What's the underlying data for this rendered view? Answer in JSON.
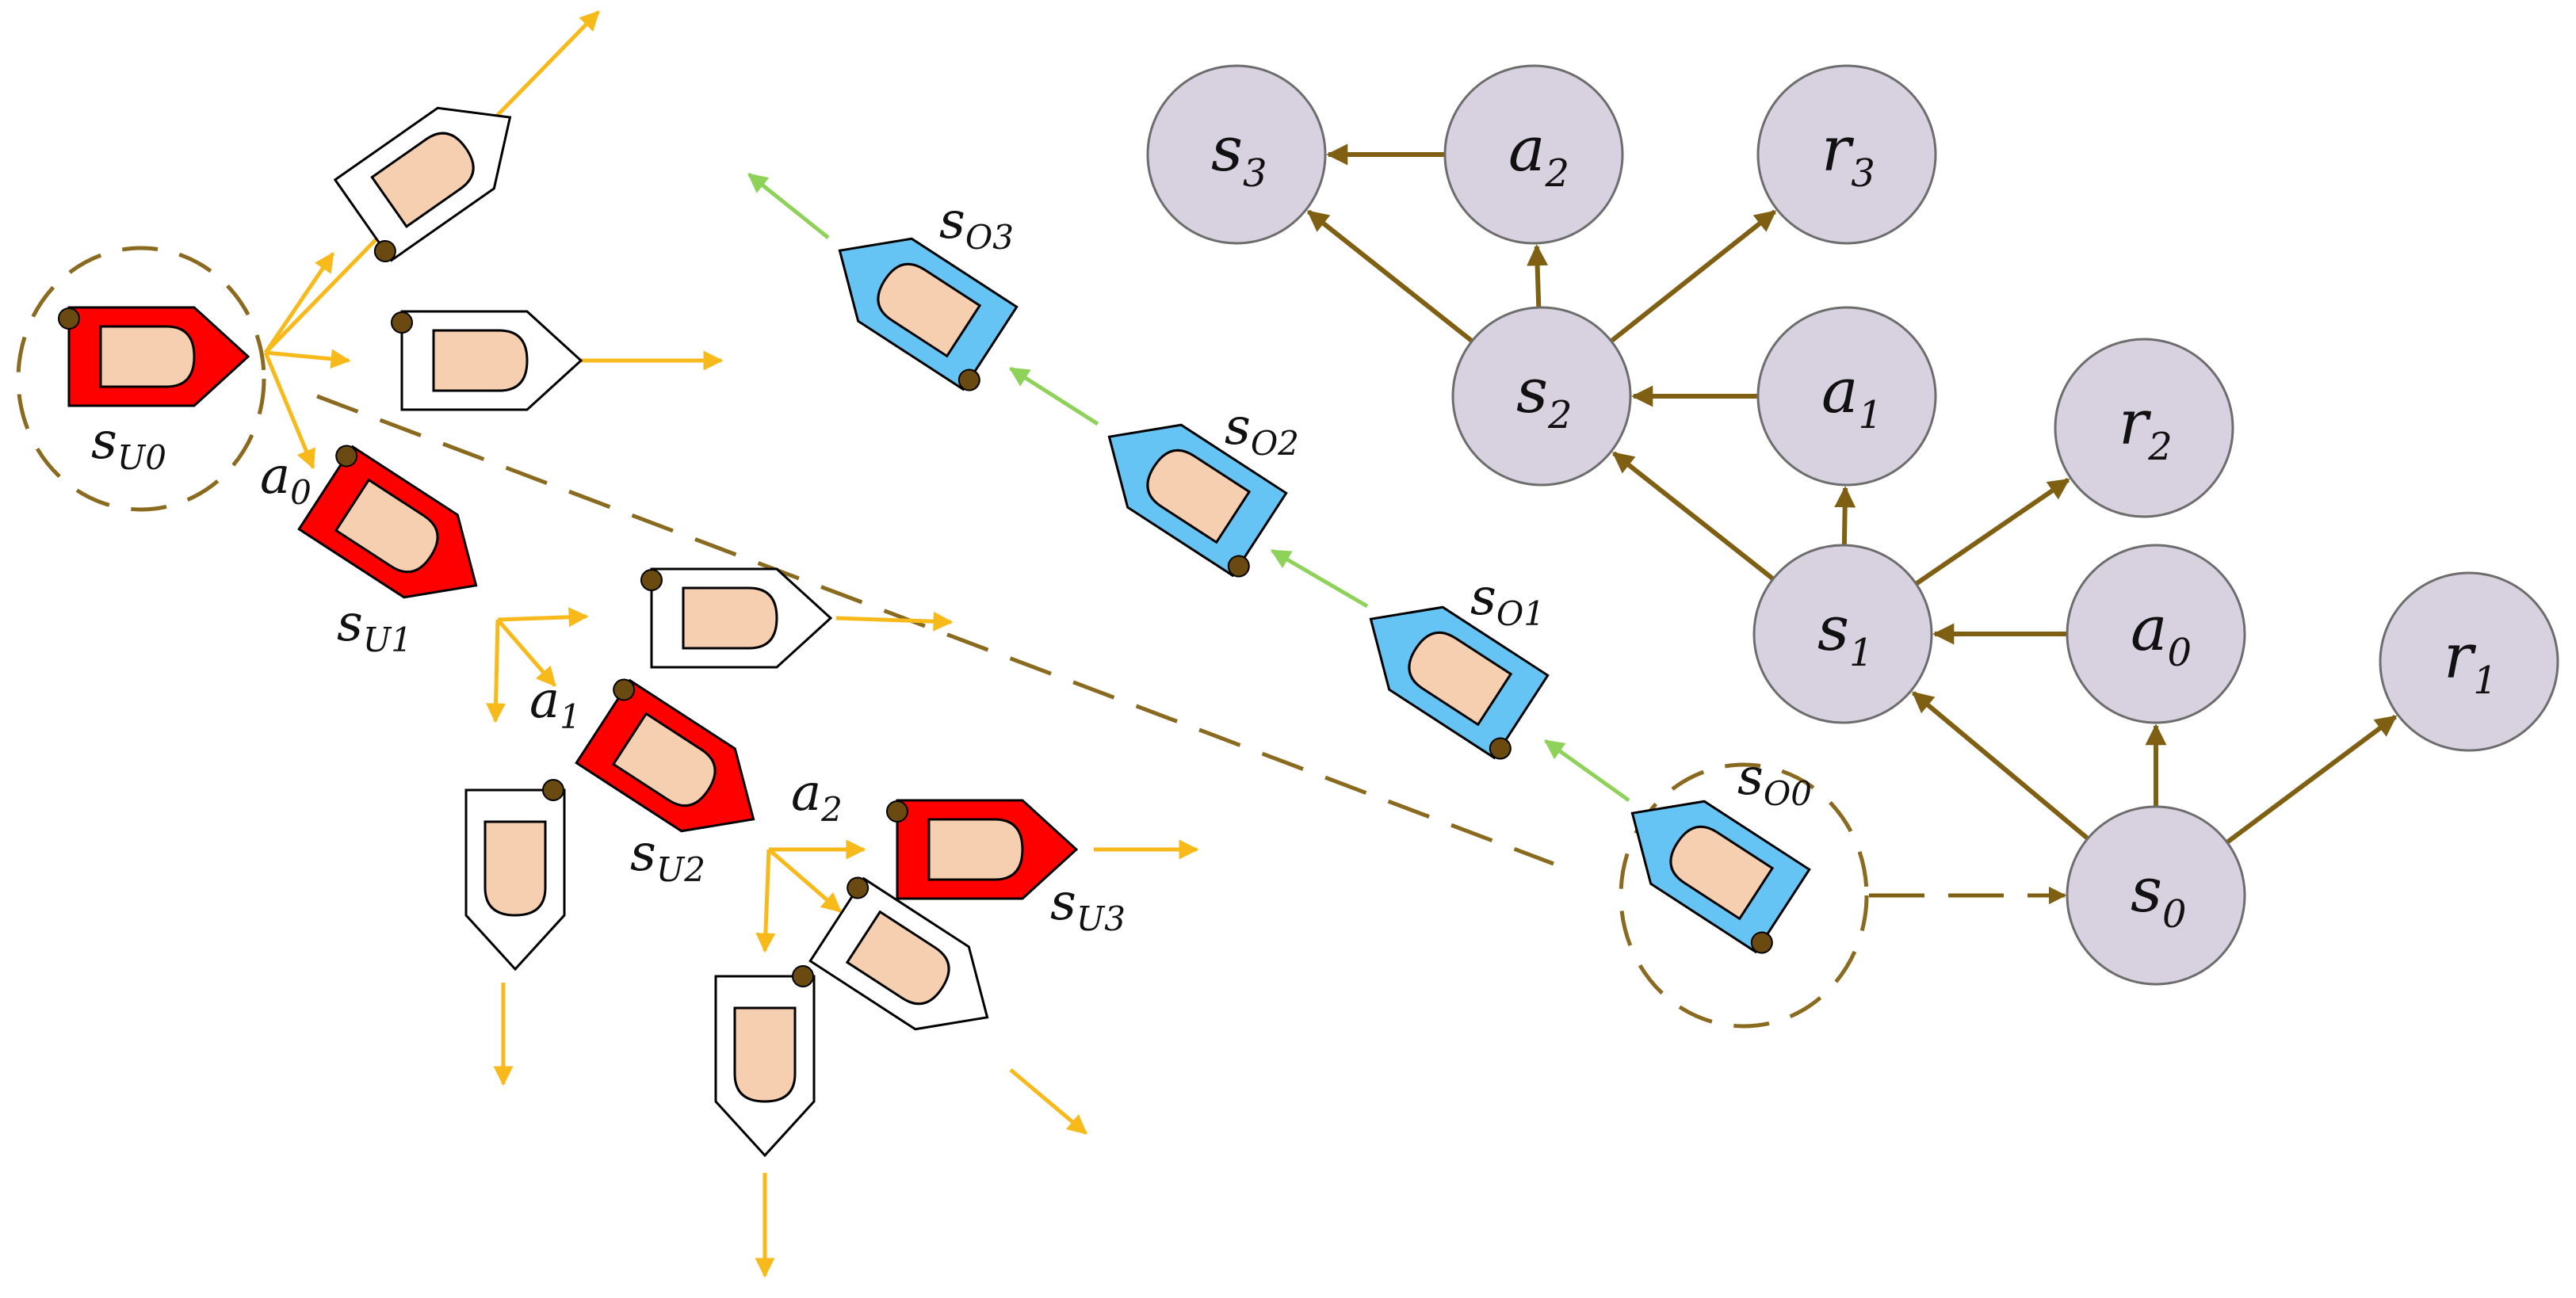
{
  "colors": {
    "own_vessel": "#ff0000",
    "candidate_vessel": "#ffffff",
    "obstacle_vessel": "#66c4f4",
    "hull_stroke": "#000000",
    "cabin_fill": "#f6cfb0",
    "knob": "#6b4a12",
    "action_arrow": "#f8b91a",
    "obstacle_arrow": "#8ed25a",
    "dashed_link": "#8a6a1f",
    "graph_edge": "#7f5f12",
    "node_fill": "#d8d1e0",
    "node_stroke": "#6d6d6d"
  },
  "icons": {
    "own_vessel": "red-boat-icon",
    "candidate_vessel": "white-boat-icon",
    "obstacle_vessel": "blue-boat-icon"
  },
  "own_ship": {
    "states": [
      {
        "main": "s",
        "sub": "U0"
      },
      {
        "main": "s",
        "sub": "U1"
      },
      {
        "main": "s",
        "sub": "U2"
      },
      {
        "main": "s",
        "sub": "U3"
      }
    ],
    "actions": [
      {
        "main": "a",
        "sub": "0"
      },
      {
        "main": "a",
        "sub": "1"
      },
      {
        "main": "a",
        "sub": "2"
      }
    ]
  },
  "obstacle_ship": {
    "states": [
      {
        "main": "s",
        "sub": "O0"
      },
      {
        "main": "s",
        "sub": "O1"
      },
      {
        "main": "s",
        "sub": "O2"
      },
      {
        "main": "s",
        "sub": "O3"
      }
    ]
  },
  "graph": {
    "nodes": [
      {
        "id": "s3",
        "main": "s",
        "sub": "3"
      },
      {
        "id": "a2",
        "main": "a",
        "sub": "2"
      },
      {
        "id": "r3",
        "main": "r",
        "sub": "3"
      },
      {
        "id": "s2",
        "main": "s",
        "sub": "2"
      },
      {
        "id": "a1",
        "main": "a",
        "sub": "1"
      },
      {
        "id": "r2",
        "main": "r",
        "sub": "2"
      },
      {
        "id": "s1",
        "main": "s",
        "sub": "1"
      },
      {
        "id": "a0",
        "main": "a",
        "sub": "0"
      },
      {
        "id": "r1",
        "main": "r",
        "sub": "1"
      },
      {
        "id": "s0",
        "main": "s",
        "sub": "0"
      }
    ],
    "edges": [
      {
        "from": "s0",
        "to": "s1"
      },
      {
        "from": "s0",
        "to": "a0"
      },
      {
        "from": "s0",
        "to": "r1"
      },
      {
        "from": "a0",
        "to": "s1"
      },
      {
        "from": "s1",
        "to": "s2"
      },
      {
        "from": "s1",
        "to": "a1"
      },
      {
        "from": "s1",
        "to": "r2"
      },
      {
        "from": "a1",
        "to": "s2"
      },
      {
        "from": "s2",
        "to": "s3"
      },
      {
        "from": "s2",
        "to": "a2"
      },
      {
        "from": "s2",
        "to": "r3"
      },
      {
        "from": "a2",
        "to": "s3"
      }
    ]
  }
}
